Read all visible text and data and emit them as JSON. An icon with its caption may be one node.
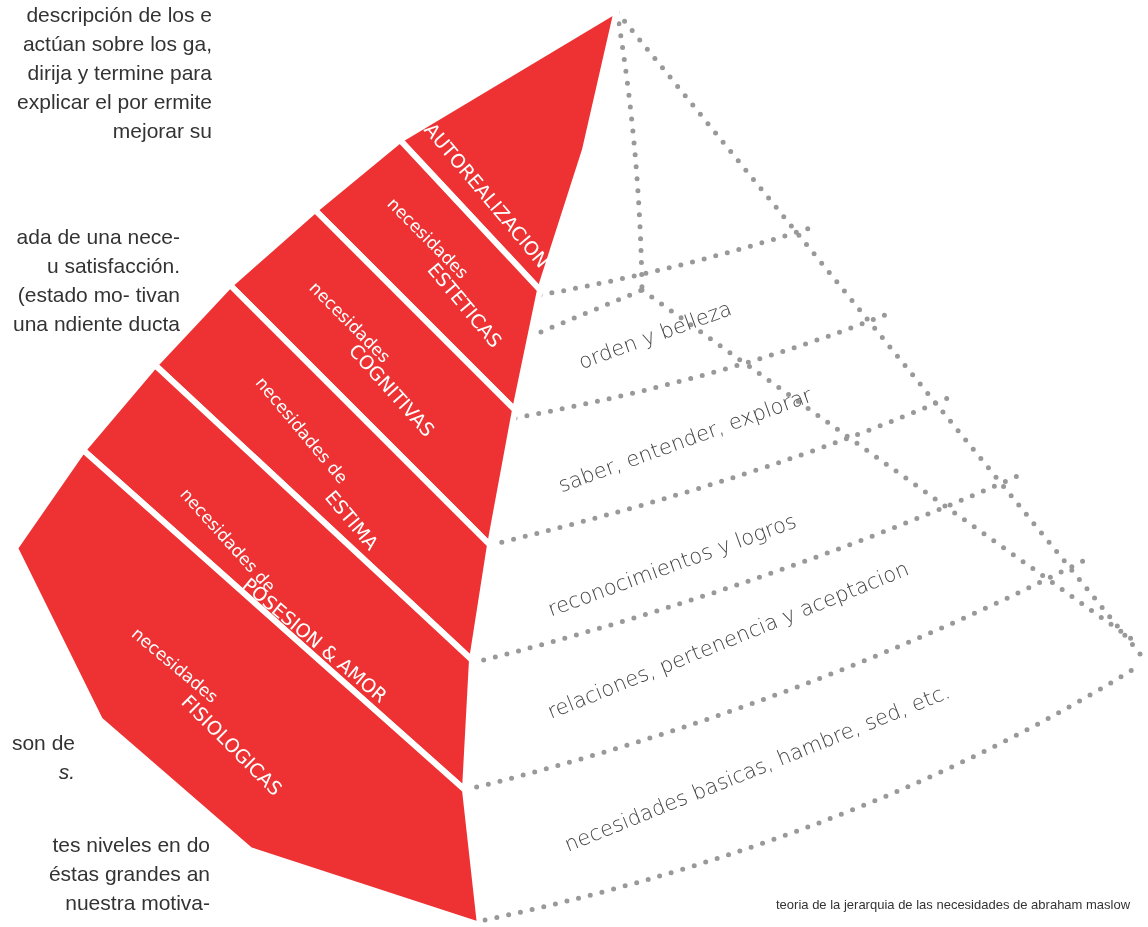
{
  "diagram": {
    "caption": "teoria de la jerarquia de las necesidades de abraham maslow",
    "nodes": [
      {
        "text": [
          "AUTOREALIZACION"
        ]
      },
      {
        "text": [
          "necesidades",
          "ESTETICAS"
        ]
      },
      {
        "text": [
          "necesidades",
          "COGNITIVAS"
        ]
      },
      {
        "text": [
          "necesidades de",
          "ESTIMA"
        ]
      },
      {
        "text": [
          "necesidades de",
          "POSESION & AMOR"
        ]
      },
      {
        "text": [
          "necesidades",
          "FISIOLOGICAS"
        ]
      },
      {
        "text": [
          "orden y belleza"
        ]
      },
      {
        "text": [
          "saber, entender, explorar"
        ]
      },
      {
        "text": [
          "reconocimientos y logros"
        ]
      },
      {
        "text": [
          "relaciones, pertenencia y aceptacion"
        ]
      },
      {
        "text": [
          "necesidades basicas, hambre, sed, etc."
        ]
      }
    ],
    "labels": [
      "descripción de los e actúan sobre los ga, dirija y termine para explicar el por ermite mejorar su",
      "ada de una nece- u satisfacción. (estado mo- tivan una ndiente ducta",
      "son de *s.*",
      "tes niveles en do éstas grandes an nuestra motiva-"
    ]
  }
}
